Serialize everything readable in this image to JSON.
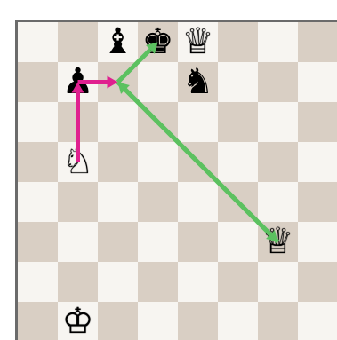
{
  "board": {
    "files": 8,
    "ranks": 8,
    "colors": {
      "light": "#f7f5f1",
      "dark": "#d9cfc4",
      "frame": "#6b6b6b"
    }
  },
  "pieces": [
    {
      "name": "black-bishop",
      "glyph": "♝",
      "color": "black",
      "square": "c8"
    },
    {
      "name": "black-king",
      "glyph": "♚",
      "color": "black",
      "square": "d8"
    },
    {
      "name": "white-queen-e8",
      "glyph": "♕",
      "color": "white",
      "square": "e8"
    },
    {
      "name": "black-pawn",
      "glyph": "♟",
      "color": "black",
      "square": "b7"
    },
    {
      "name": "black-knight",
      "glyph": "♞",
      "color": "black",
      "square": "e7"
    },
    {
      "name": "white-knight",
      "glyph": "♘",
      "color": "white",
      "square": "b5"
    },
    {
      "name": "white-queen-g3",
      "glyph": "♕",
      "color": "white",
      "square": "g3"
    },
    {
      "name": "white-king",
      "glyph": "♔",
      "color": "white",
      "square": "b1"
    }
  ],
  "arrows": [
    {
      "name": "magenta-arrow-b5-b7",
      "from": "b5",
      "to": "b7",
      "color": "#e0208f"
    },
    {
      "name": "magenta-arrow-b7-c7",
      "from": "b7",
      "to": "c7",
      "color": "#e0208f"
    },
    {
      "name": "green-arrow-c7-d8",
      "from": "c7",
      "to": "d8",
      "color": "#5cc160"
    },
    {
      "name": "green-arrow-c7-g3",
      "from": "c7",
      "to": "g3",
      "color": "#5cc160"
    },
    {
      "name": "green-arrow-g3-c7",
      "from": "g3",
      "to": "c7",
      "color": "#5cc160"
    }
  ]
}
